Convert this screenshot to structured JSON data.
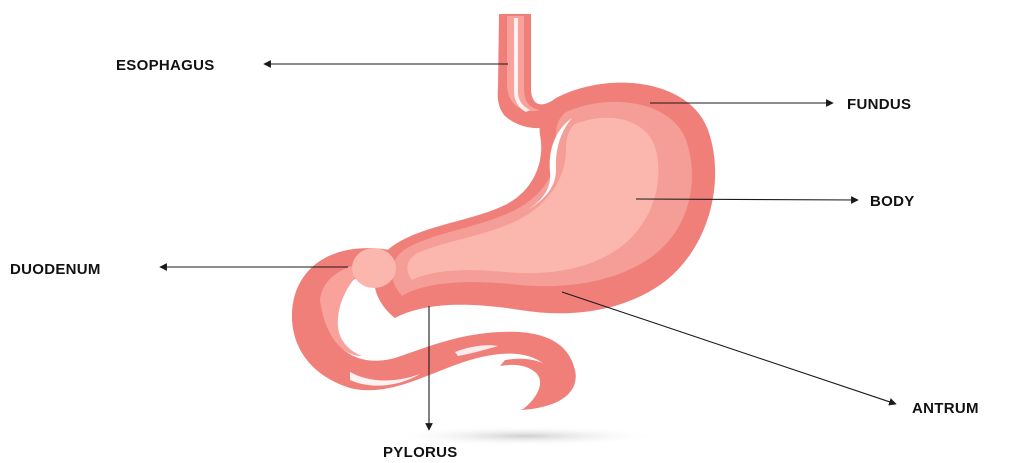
{
  "diagram": {
    "labels": {
      "esophagus": "ESOPHAGUS",
      "fundus": "FUNDUS",
      "body": "BODY",
      "duodenum": "DUODENUM",
      "antrum": "ANTRUM",
      "pylorus": "PYLORUS"
    },
    "colors": {
      "organ_outer": "#f07f7a",
      "organ_mid": "#f59d97",
      "organ_inner": "#fbb6ad",
      "highlight": "#ffffff",
      "line": "#1a1a1a",
      "shadow": "#d9d9d9"
    }
  }
}
